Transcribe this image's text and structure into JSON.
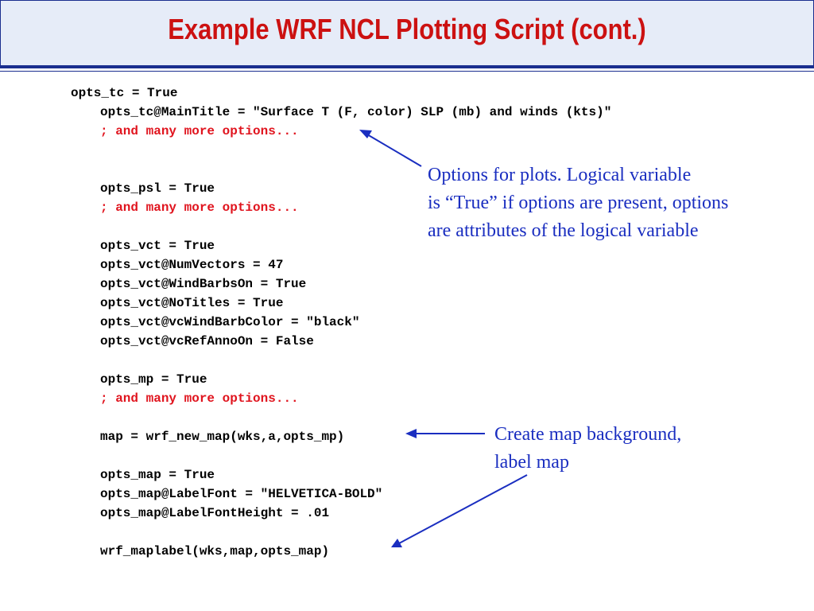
{
  "slide": {
    "title": "Example WRF NCL Plotting Script (cont.)",
    "code_lines": [
      "opts_tc = True",
      "opts_tc@MainTitle = \"Surface T (F, color) SLP (mb) and winds (kts)\"",
      "; and many more options...",
      "opts_psl = True",
      "; and many more options...",
      "opts_vct = True",
      "opts_vct@NumVectors = 47",
      "opts_vct@WindBarbsOn = True",
      "opts_vct@NoTitles = True",
      "opts_vct@vcWindBarbColor = \"black\"",
      "opts_vct@vcRefAnnoOn = False",
      "opts_mp = True",
      "; and many more options...",
      "map = wrf_new_map(wks,a,opts_mp)",
      "opts_map = True",
      "opts_map@LabelFont = \"HELVETICA-BOLD\"",
      "opts_map@LabelFontHeight = .01",
      "wrf_maplabel(wks,map,opts_map)"
    ],
    "annotations": {
      "options_note": [
        "Options for plots.  Logical variable",
        "is “True” if options are present, options",
        "are attributes of the logical variable"
      ],
      "map_note": [
        "Create map background,",
        "label map"
      ]
    },
    "colors": {
      "title": "#cc1111",
      "comment": "#e0141e",
      "code": "#000000",
      "annotation": "#1a2ec0",
      "rule": "#1a2e8f",
      "title_bg": "#e6ecf8"
    }
  }
}
